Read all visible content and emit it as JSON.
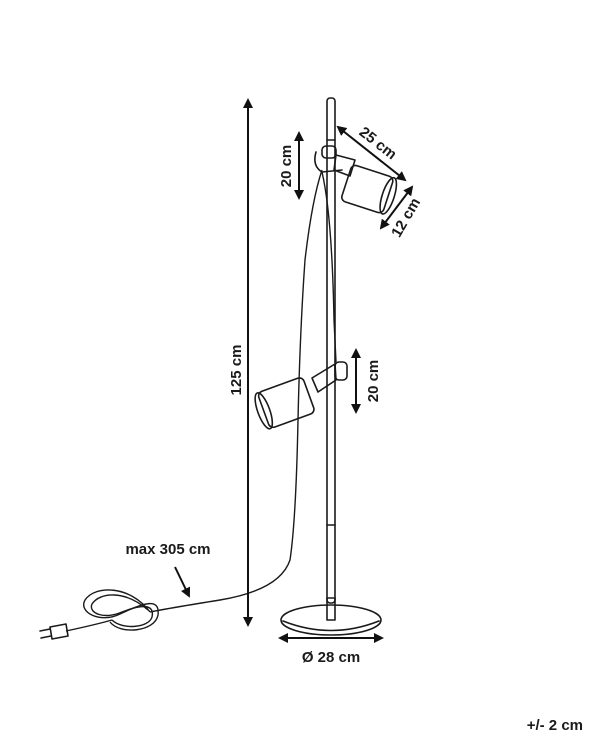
{
  "dimensions": {
    "total_height": "125 cm",
    "upper_head_height": "20 cm",
    "lower_head_height": "20 cm",
    "upper_head_length": "25 cm",
    "shade_diameter": "12 cm",
    "base_diameter": "Ø 28 cm",
    "cable_length": "max 305 cm",
    "tolerance": "+/- 2 cm"
  },
  "colors": {
    "line": "#1a1a1a",
    "background": "#ffffff"
  }
}
